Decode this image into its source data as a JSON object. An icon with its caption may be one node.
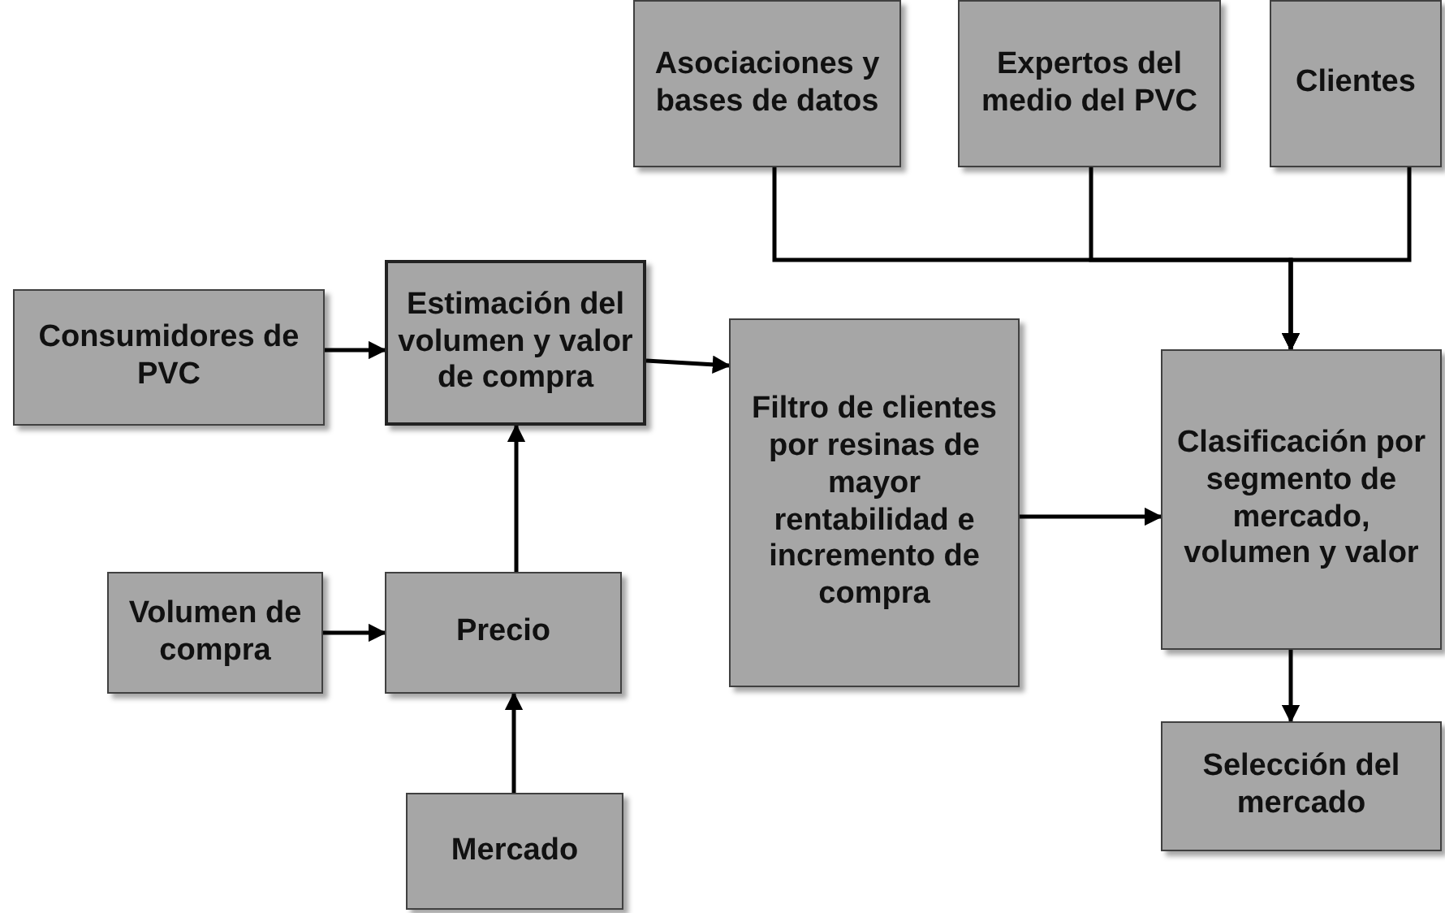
{
  "diagram": {
    "nodes": [
      {
        "text": [
          "Asociaciones y bases de datos"
        ]
      },
      {
        "text": [
          "Expertos del medio del PVC"
        ]
      },
      {
        "text": [
          "Clientes"
        ]
      },
      {
        "text": [
          "Consumidores de PVC"
        ]
      },
      {
        "text": [
          "Estimación del volumen y valor de compra"
        ]
      },
      {
        "text": [
          "Filtro de clientes por resinas de mayor rentabilidad e incremento de compra"
        ]
      },
      {
        "text": [
          "Clasificación por segmento de mercado, volumen y valor"
        ]
      },
      {
        "text": [
          "Volumen de compra"
        ]
      },
      {
        "text": [
          "Precio"
        ]
      },
      {
        "text": [
          "Mercado"
        ]
      },
      {
        "text": [
          "Selección del mercado"
        ]
      }
    ],
    "edges": [
      {
        "from": 0,
        "to": 6,
        "arrow": "to"
      },
      {
        "from": 1,
        "to": 6,
        "arrow": "to"
      },
      {
        "from": 2,
        "to": 6,
        "arrow": "to"
      },
      {
        "from": 3,
        "to": 4,
        "arrow": "to"
      },
      {
        "from": 4,
        "to": 5,
        "arrow": "to"
      },
      {
        "from": 5,
        "to": 6,
        "arrow": "to"
      },
      {
        "from": 6,
        "to": 10,
        "arrow": "to"
      },
      {
        "from": 7,
        "to": 8,
        "arrow": "to"
      },
      {
        "from": 8,
        "to": 4,
        "arrow": "to"
      },
      {
        "from": 9,
        "to": 8,
        "arrow": "to"
      }
    ]
  }
}
